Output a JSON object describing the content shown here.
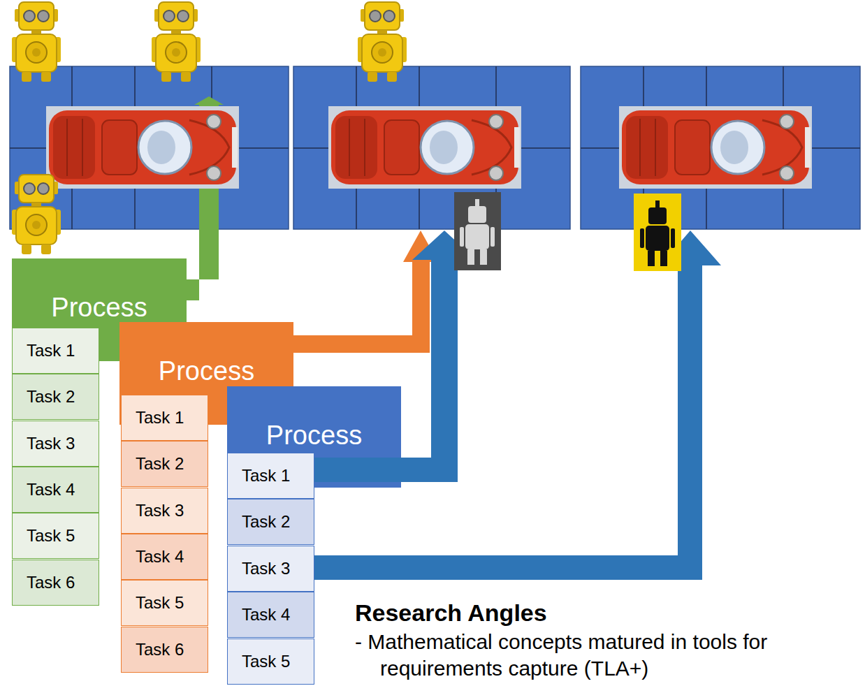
{
  "diagram": {
    "nodes": [
      {
        "text": [
          "Process"
        ]
      },
      {
        "text": [
          "Task 1"
        ]
      },
      {
        "text": [
          "Task 2"
        ]
      },
      {
        "text": [
          "Task 3"
        ]
      },
      {
        "text": [
          "Task 4"
        ]
      },
      {
        "text": [
          "Task 5"
        ]
      },
      {
        "text": [
          "Task 6"
        ]
      },
      {
        "text": [
          "Process"
        ]
      },
      {
        "text": [
          "Task 1"
        ]
      },
      {
        "text": [
          "Task 2"
        ]
      },
      {
        "text": [
          "Task 3"
        ]
      },
      {
        "text": [
          "Task 4"
        ]
      },
      {
        "text": [
          "Task 5"
        ]
      },
      {
        "text": [
          "Task 6"
        ]
      },
      {
        "text": [
          "Process"
        ]
      },
      {
        "text": [
          "Task 1"
        ]
      },
      {
        "text": [
          "Task 2"
        ]
      },
      {
        "text": [
          "Task 3"
        ]
      },
      {
        "text": [
          "Task 4"
        ]
      },
      {
        "text": [
          "Task 5"
        ]
      }
    ],
    "labels": [
      "Research Angles",
      "- Mathematical concepts matured in tools for requirements capture (TLA+)"
    ]
  }
}
